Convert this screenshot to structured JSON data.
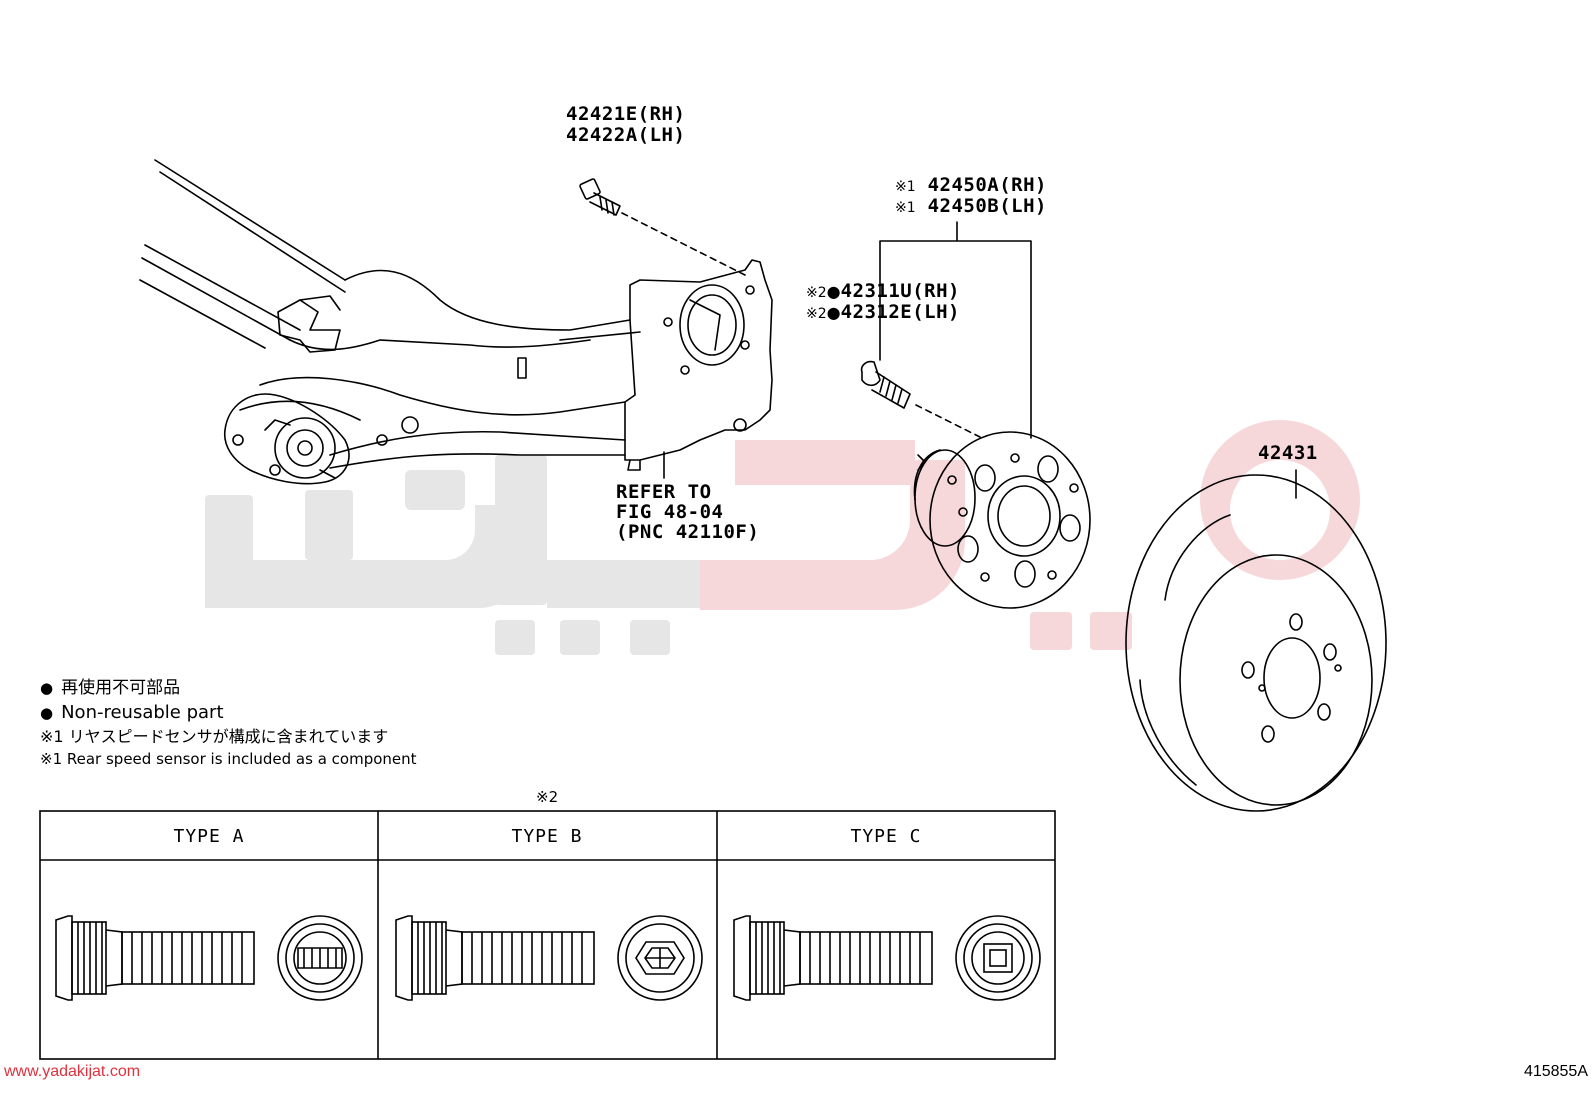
{
  "labels": {
    "bolt_rh": "42421E(RH)",
    "bolt_lh": "42422A(LH)",
    "hub_mark": "※1",
    "hub_rh": "42450A(RH)",
    "hub_lh": "42450B(LH)",
    "stud_mark": "※2",
    "stud_rh": "42311U(RH)",
    "stud_lh": "42312E(LH)",
    "disc": "42431",
    "refer_1": "REFER TO",
    "refer_2": "FIG 48-04",
    "refer_3": "(PNC 42110F)"
  },
  "legend": {
    "line1": "再使用不可部品",
    "line2": "Non-reusable part",
    "line3": "※1 リヤスピードセンサが構成に含まれています",
    "line4": "※1 Rear speed sensor is included as a component"
  },
  "types": {
    "mark": "※2",
    "a": "TYPE A",
    "b": "TYPE B",
    "c": "TYPE C"
  },
  "footer": {
    "website": "www.yadakijat.com",
    "diagram_code": "415855A"
  },
  "colors": {
    "watermark_gray": "#e6e6e6",
    "watermark_red": "#f6d8db",
    "website_red": "#e0313d"
  }
}
